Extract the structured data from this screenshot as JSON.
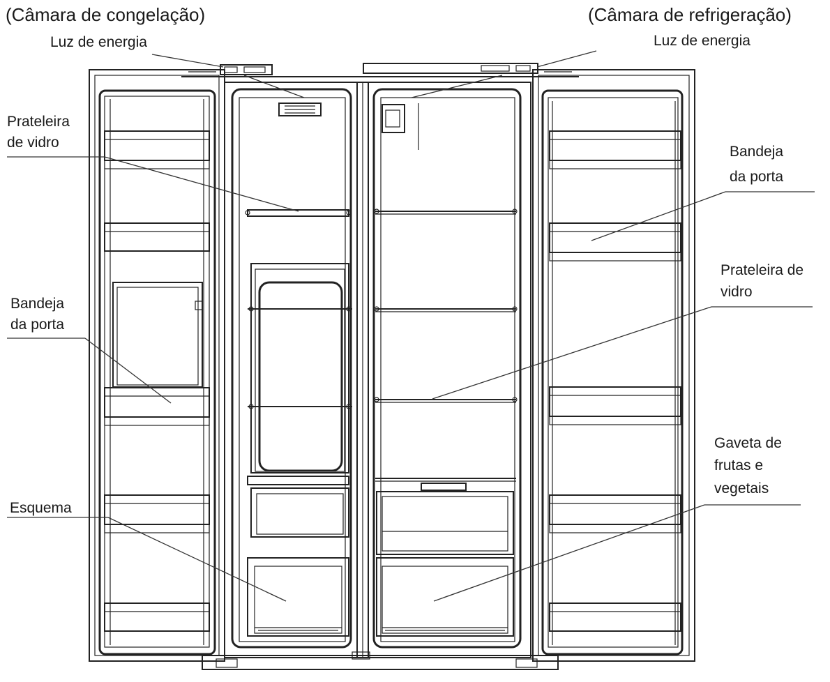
{
  "headings": {
    "left": "(Câmara de congelação)",
    "right": "(Câmara de refrigeração)"
  },
  "labels": {
    "luz_left": "Luz de energia",
    "luz_right": "Luz de energia",
    "prateleira_left_1": "Prateleira",
    "prateleira_left_2": "de vidro",
    "bandeja_right_1": "Bandeja",
    "bandeja_right_2": "da porta",
    "bandeja_left_1": "Bandeja",
    "bandeja_left_2": "da porta",
    "prateleira_right_1": "Prateleira de",
    "prateleira_right_2": "vidro",
    "esquema": "Esquema",
    "gaveta_1": "Gaveta de",
    "gaveta_2": "frutas e",
    "gaveta_3": "vegetais"
  }
}
